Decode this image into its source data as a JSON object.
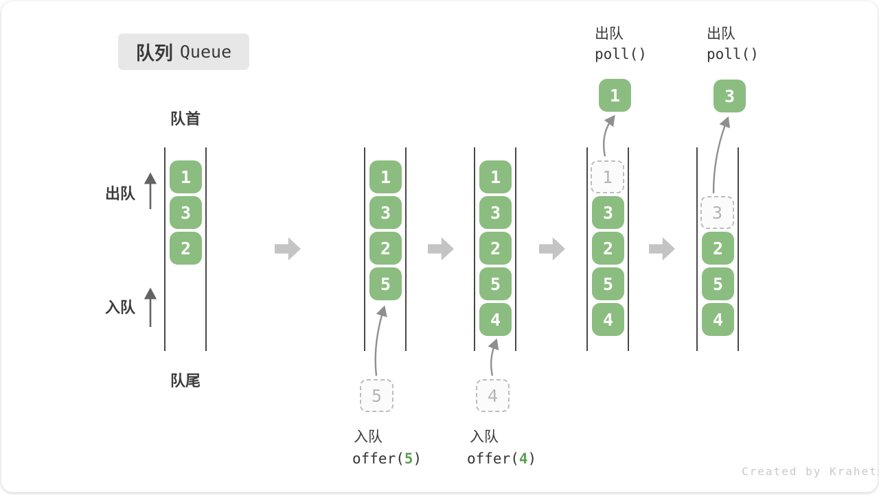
{
  "title": {
    "zh": "队列",
    "en": "Queue"
  },
  "labels": {
    "front": "队首",
    "rear": "队尾",
    "dequeue_side": "出队",
    "enqueue_side": "入队"
  },
  "colors": {
    "box_green": "#8cbd80",
    "accent_green": "#5ca052",
    "text_dark": "#3b3b3b",
    "flow_arrow_gray": "#c4c4c4",
    "dashed_border_gray": "#bdbdbd",
    "watermark_gray": "#c9c9c9"
  },
  "queues": [
    {
      "slots": [
        "1",
        "3",
        "2"
      ]
    },
    {
      "slots": [
        "1",
        "3",
        "2",
        "5"
      ],
      "pending": "5"
    },
    {
      "slots": [
        "1",
        "3",
        "2",
        "5",
        "4"
      ],
      "pending": "4"
    },
    {
      "removed": "1",
      "slots": [
        "3",
        "2",
        "5",
        "4"
      ],
      "popped": "1"
    },
    {
      "removed": "3",
      "slots": [
        "2",
        "5",
        "4"
      ],
      "popped": "3"
    }
  ],
  "ops": {
    "enqueue1": {
      "action": "入队",
      "fn": "offer(",
      "arg": "5",
      "close": ")"
    },
    "enqueue2": {
      "action": "入队",
      "fn": "offer(",
      "arg": "4",
      "close": ")"
    },
    "dequeue1": {
      "action": "出队",
      "fn": "poll()"
    },
    "dequeue2": {
      "action": "出队",
      "fn": "poll()"
    }
  },
  "watermark": "Created by Krahets"
}
